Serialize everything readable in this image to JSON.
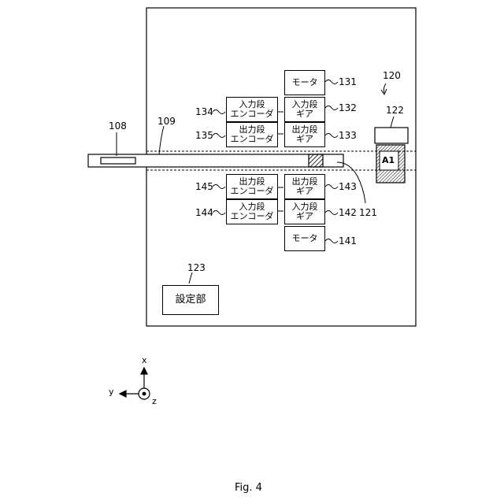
{
  "blocks": {
    "motor_top": {
      "lines": [
        "モータ"
      ],
      "ref": "131"
    },
    "input_gear_top": {
      "lines": [
        "入力段",
        "ギア"
      ],
      "ref": "132"
    },
    "output_gear_top": {
      "lines": [
        "出力段",
        "ギア"
      ],
      "ref": "133"
    },
    "input_encoder_top": {
      "lines": [
        "入力段",
        "エンコーダ"
      ],
      "ref": "134"
    },
    "output_encoder_top": {
      "lines": [
        "出力段",
        "エンコーダ"
      ],
      "ref": "135"
    },
    "output_gear_bottom": {
      "lines": [
        "出力段",
        "ギア"
      ],
      "ref": "143"
    },
    "input_gear_bottom": {
      "lines": [
        "入力段",
        "ギア"
      ],
      "ref": "142"
    },
    "motor_bottom": {
      "lines": [
        "モータ"
      ],
      "ref": "141"
    },
    "output_encoder_bottom": {
      "lines": [
        "出力段",
        "エンコーダ"
      ],
      "ref": "145"
    },
    "input_encoder_bottom": {
      "lines": [
        "入力段",
        "エンコーダ"
      ],
      "ref": "144"
    },
    "setting_unit": {
      "lines": [
        "設定部"
      ],
      "ref": "123"
    },
    "camera_label": "A1"
  },
  "refs": {
    "arm_tip": "108",
    "arm": "109",
    "device": "120",
    "marker": "121",
    "camera": "122"
  },
  "axes": {
    "x": "x",
    "y": "y",
    "z": "z"
  },
  "figure_caption": "Fig. 4"
}
